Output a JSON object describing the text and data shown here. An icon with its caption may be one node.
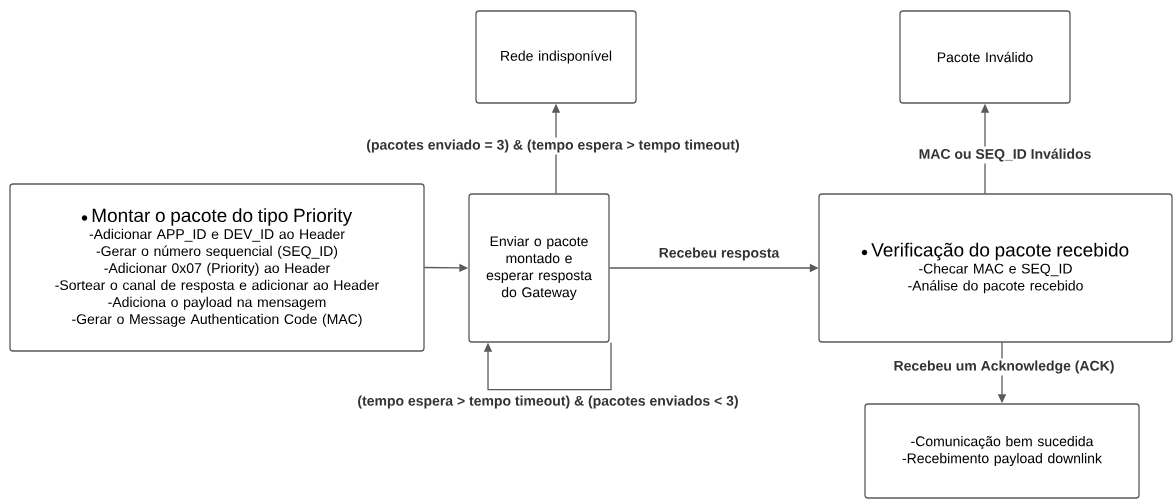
{
  "diagram": {
    "nodes": [
      {
        "text": [
          "Montar o pacote do tipo Priority",
          "-Adicionar APP_ID e DEV_ID ao Header",
          "-Gerar o número sequencial (SEQ_ID)",
          "-Adicionar 0x07 (Priority) ao Header",
          "-Sortear o canal de resposta e adicionar ao Header",
          "-Adiciona o payload na mensagem",
          "-Gerar o Message Authentication Code (MAC)"
        ]
      },
      {
        "text": [
          "Enviar o pacote montado e esperar resposta do Gateway"
        ]
      },
      {
        "text": [
          "Rede indisponível"
        ]
      },
      {
        "text": [
          "Pacote Inválido"
        ]
      },
      {
        "text": [
          "Verificação do pacote recebido",
          "-Checar MAC e SEQ_ID",
          "-Análise do pacote recebido"
        ]
      },
      {
        "text": [
          "-Comunicação bem sucedida",
          "-Recebimento payload downlink"
        ]
      }
    ],
    "edges": [
      {
        "from": 0,
        "to": 1,
        "arrow": "to"
      },
      {
        "from": 1,
        "to": 2,
        "arrow": "to",
        "label": "(pacotes enviado = 3) & (tempo espera > tempo timeout)"
      },
      {
        "from": 1,
        "to": 1,
        "arrow": "to",
        "label": "(tempo espera > tempo timeout) & (pacotes enviados < 3)"
      },
      {
        "from": 1,
        "to": 4,
        "arrow": "to",
        "label": "Recebeu resposta"
      },
      {
        "from": 4,
        "to": 3,
        "arrow": "to",
        "label": "MAC ou SEQ_ID Inválidos"
      },
      {
        "from": 4,
        "to": 5,
        "arrow": "to",
        "label": "Recebeu um Acknowledge (ACK)"
      }
    ]
  }
}
